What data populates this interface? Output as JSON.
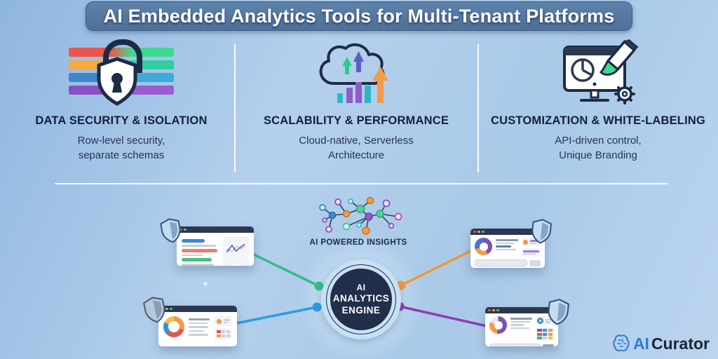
{
  "title": "AI Embedded Analytics Tools for Multi-Tenant Platforms",
  "features": [
    {
      "icon": "lock-shield-stripes-icon",
      "heading": "DATA SECURITY & ISOLATION",
      "sub_line1": "Row-level security,",
      "sub_line2": "separate schemas"
    },
    {
      "icon": "cloud-growth-icon",
      "heading": "SCALABILITY & PERFORMANCE",
      "sub_line1": "Cloud-native, Serverless",
      "sub_line2": "Architecture"
    },
    {
      "icon": "monitor-paintbrush-icon",
      "heading": "CUSTOMIZATION & WHITE-LABELING",
      "sub_line1": "API-driven control,",
      "sub_line2": "Unique Branding"
    }
  ],
  "diagram": {
    "network_label": "AI POWERED INSIGHTS",
    "hub": {
      "line1": "AI",
      "line2": "ANALYTICS",
      "line3": "ENGINE"
    },
    "connector_colors": {
      "top_left": "#2fbf83",
      "bottom_left": "#2b9de2",
      "top_right": "#f0973f",
      "bottom_right": "#8e3fb0"
    }
  },
  "branding": {
    "prefix": "AI",
    "name": "Curator"
  },
  "colors": {
    "background": "#aecbe9",
    "banner": "#54779f",
    "navy": "#1d2b45",
    "stripe_red": "#e8574d",
    "stripe_orange": "#f5a93f",
    "stripe_blue": "#3f86c9",
    "stripe_purple": "#8a4fc4",
    "stripe_green": "#3fd98f",
    "stripe_teal": "#2fcf9f"
  }
}
